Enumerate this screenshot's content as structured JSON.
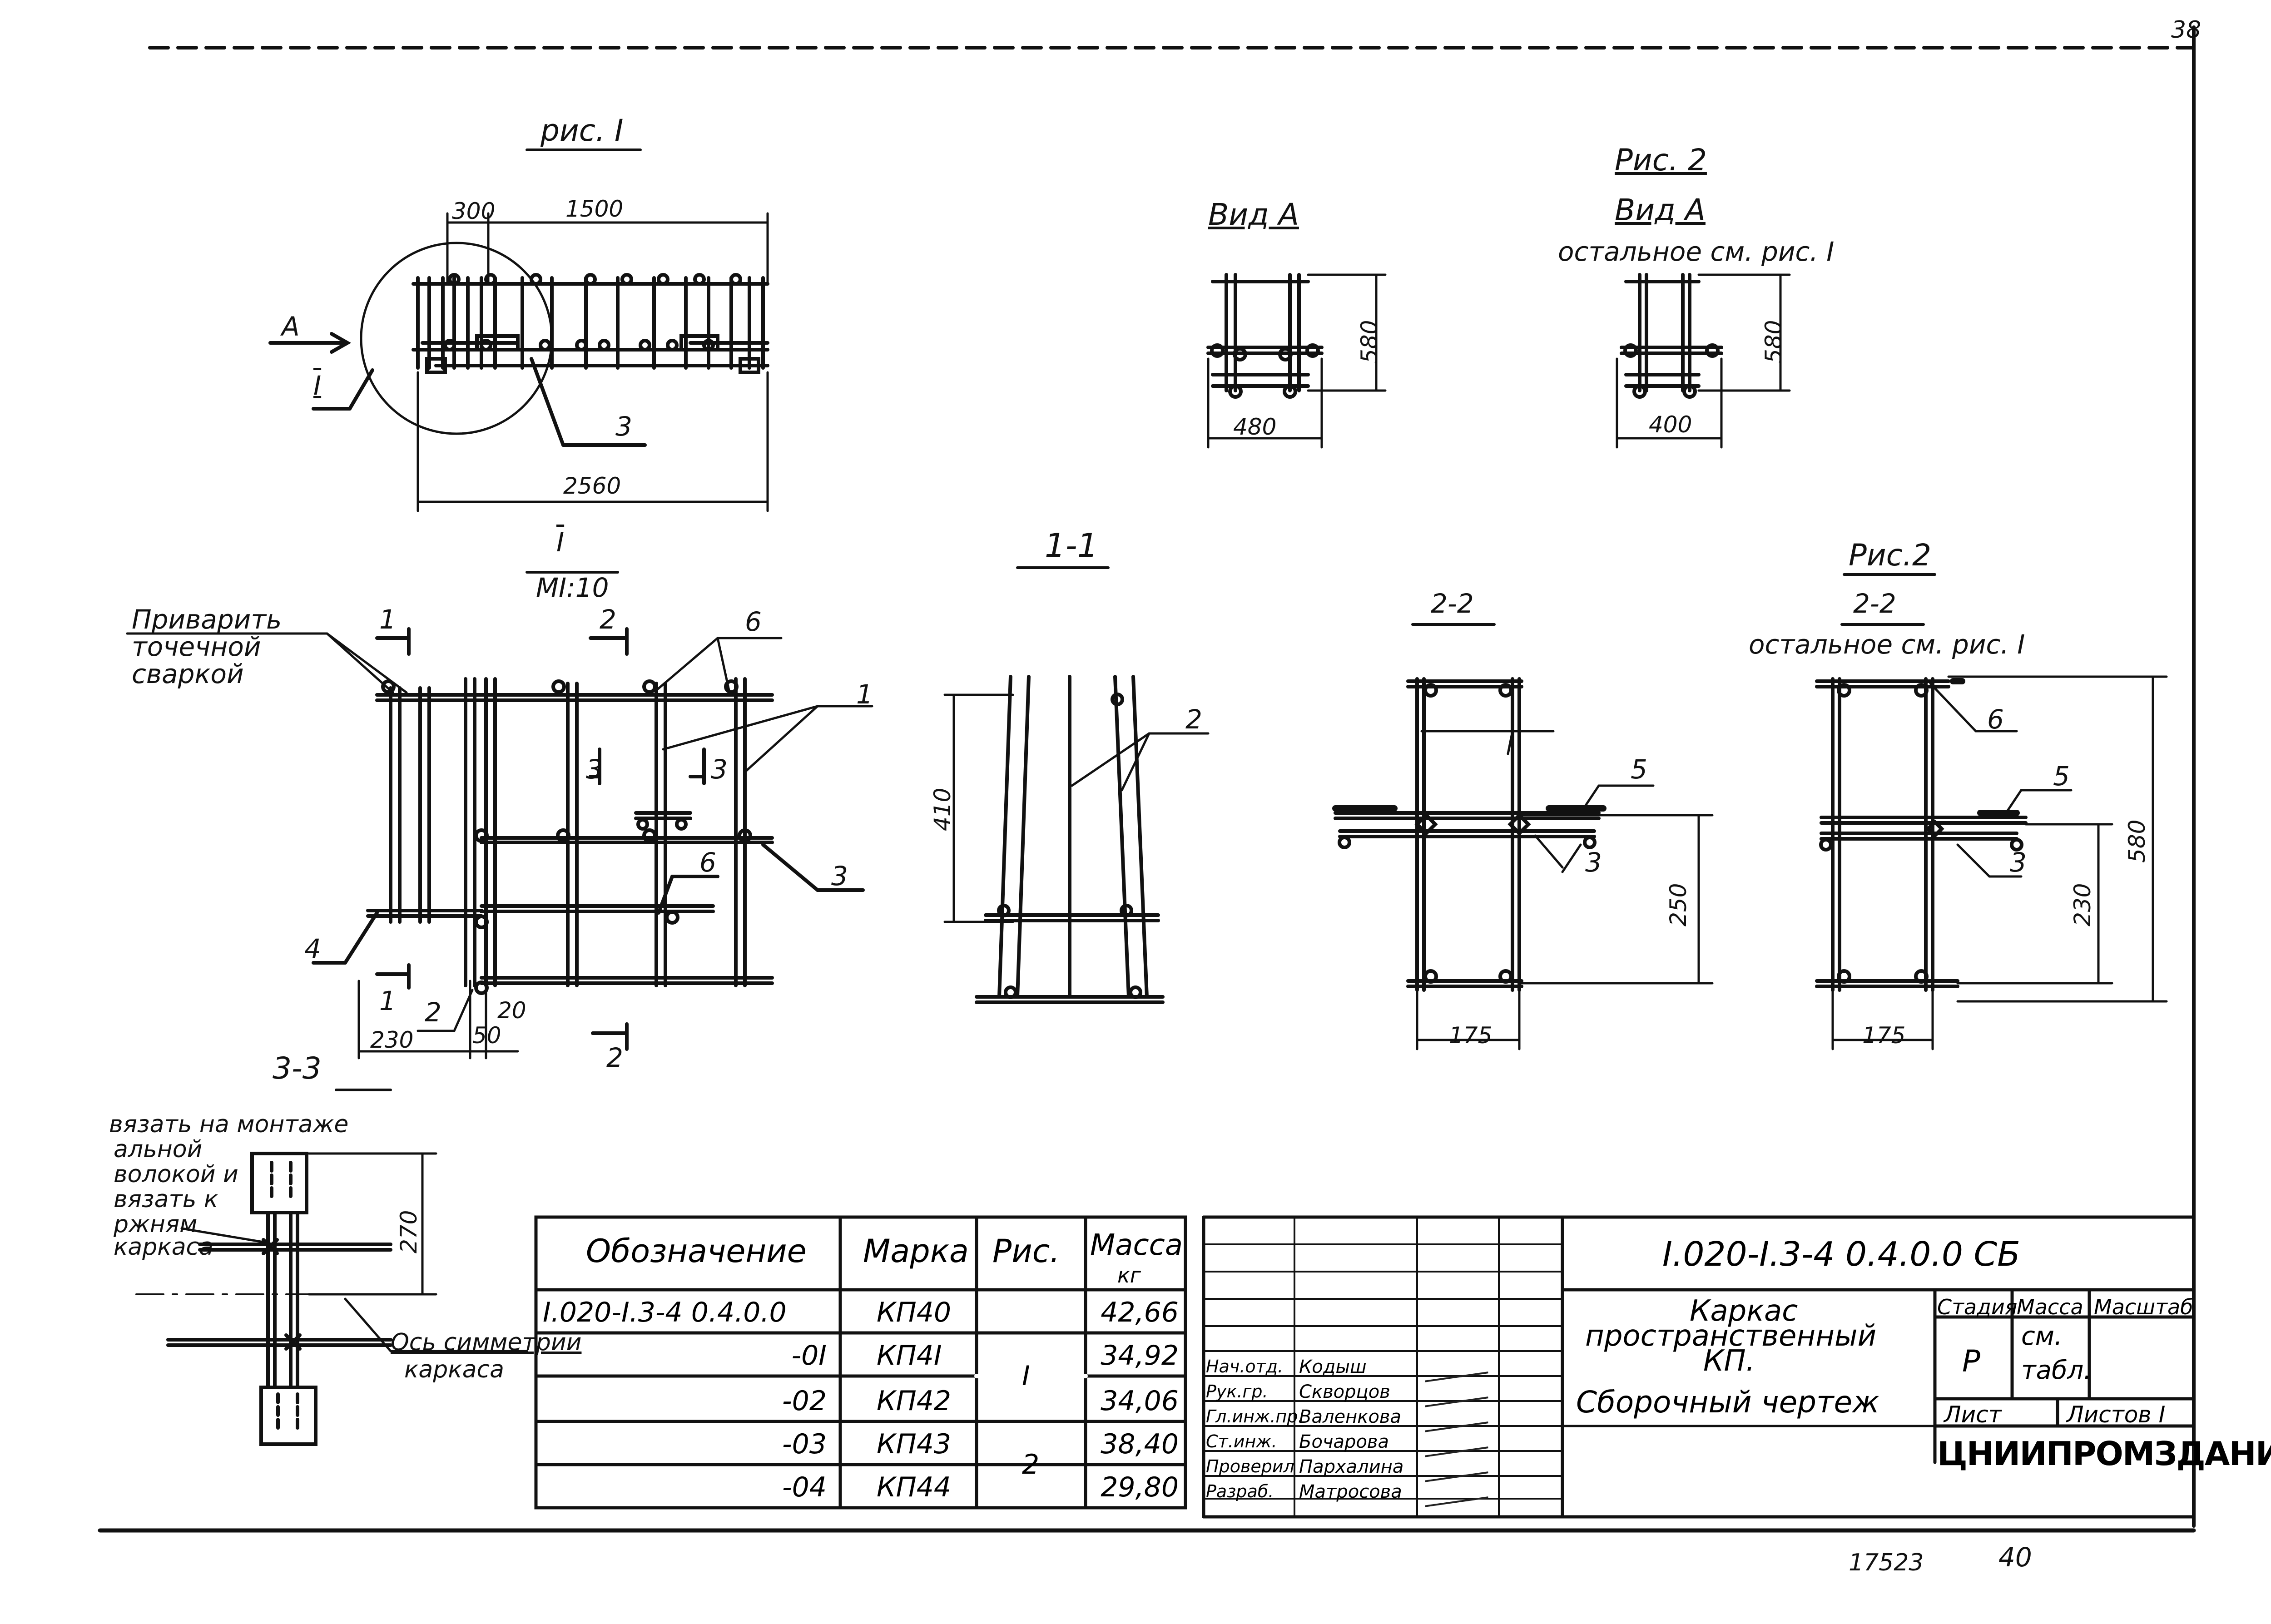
{
  "sheet_number_top": "38",
  "fig1": {
    "title": "рис. I",
    "dim_300": "300",
    "dim_1500": "1500",
    "dim_2560": "2560",
    "view_arrow": "А",
    "callout_I": "I",
    "pos_3": "3"
  },
  "view_a": {
    "title": "Вид А",
    "dim_580": "580",
    "dim_480": "480"
  },
  "fig2": {
    "caption": "Рис. 2",
    "title": "Вид А",
    "note": "остальное см. рис. I",
    "dim_580": "580",
    "dim_400": "400"
  },
  "detail_I": {
    "title": "I",
    "scale": "МI:10",
    "note_weld": [
      "Приварить",
      "точечной",
      "сваркой"
    ],
    "sec_1": "1",
    "sec_2": "2",
    "sec_3": "3",
    "pos_1": "1",
    "pos_3": "3",
    "pos_4": "4",
    "pos_6a": "6",
    "pos_6b": "6",
    "pos_2": "2",
    "dim_230": "230",
    "dim_50": "50",
    "dim_20": "20",
    "sec_label_bottom_1": "1",
    "sec_label_bottom_2": "2"
  },
  "section_1_1": {
    "title": "1-1",
    "dim_410": "410",
    "pos_2": "2"
  },
  "section_2_2": {
    "title": "2-2",
    "pos_5": "5",
    "pos_3": "3",
    "dim_250": "250",
    "dim_175": "175"
  },
  "section_2_2_fig2": {
    "caption": "Рис.2",
    "title": "2-2",
    "note": "остальное см. рис. I",
    "pos_6": "6",
    "pos_5": "5",
    "pos_3": "3",
    "dim_580": "580",
    "dim_230": "230",
    "dim_175": "175"
  },
  "section_3_3": {
    "title": "3-3",
    "note": [
      "вязать на монтаже",
      "альной",
      "волокой и",
      "вязать к",
      "ржням",
      "каркаса"
    ],
    "dim_270": "270",
    "axis_note": [
      "Ось симметрии",
      "каркаса"
    ]
  },
  "spec_table": {
    "headers": [
      "Обозначение",
      "Марка",
      "Рис.",
      "Масса"
    ],
    "mass_unit": "кг",
    "rows": [
      {
        "designation": "I.020-I.3-4  0.4.0.0",
        "mark": "КП40",
        "fig": "",
        "mass": "42,66"
      },
      {
        "designation": "-0I",
        "mark": "КП4I",
        "fig": "I",
        "mass": "34,92"
      },
      {
        "designation": "-02",
        "mark": "КП42",
        "fig": "",
        "mass": "34,06"
      },
      {
        "designation": "-03",
        "mark": "КП43",
        "fig": "2",
        "mass": "38,40"
      },
      {
        "designation": "-04",
        "mark": "КП44",
        "fig": "",
        "mass": "29,80"
      }
    ]
  },
  "title_block": {
    "document_code": "I.020-I.3-4  0.4.0.0  СБ",
    "name_lines": [
      "Каркас",
      "пространственный",
      "КП.",
      "Сборочный  чертеж"
    ],
    "stage_label": "Стадия",
    "mass_label": "Масса",
    "scale_label": "Масштаб",
    "stage_value": "Р",
    "mass_value_lines": [
      "см.",
      "табл."
    ],
    "sheet_label": "Лист",
    "sheets_label": "Листов  I",
    "organization": "ЦНИИПРОМЗДАНИЙ",
    "signatures": [
      {
        "role": "Нач.отд.",
        "name": "Кодыш"
      },
      {
        "role": "Рук.гр.",
        "name": "Скворцов"
      },
      {
        "role": "Гл.инж.пр.",
        "name": "Валенкова"
      },
      {
        "role": "Ст.инж.",
        "name": "Бочарова"
      },
      {
        "role": "Проверил",
        "name": "Пархалина"
      },
      {
        "role": "Разраб.",
        "name": "Матросова"
      }
    ]
  },
  "bottom_numbers": {
    "left": "17523",
    "right": "40"
  }
}
